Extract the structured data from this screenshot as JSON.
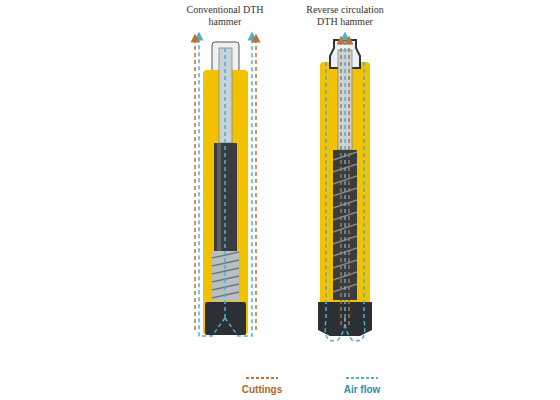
{
  "diagram": {
    "labels": [
      "Conventional DTH hammer",
      "Reverse circulation DTH hammer"
    ],
    "legend": [
      {
        "text": "Cuttings"
      },
      {
        "text": "Air flow"
      }
    ]
  }
}
